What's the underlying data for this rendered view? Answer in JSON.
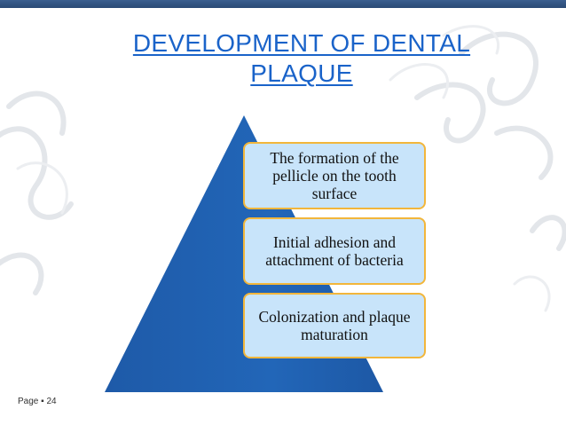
{
  "slide": {
    "title_line1": "DEVELOPMENT OF DENTAL",
    "title_line2": "PLAQUE",
    "page_label": "Page",
    "page_bullet": "▪",
    "page_number": "24"
  },
  "pyramid": {
    "stages": [
      {
        "label": "The formation of the pellicle on the tooth surface"
      },
      {
        "label": "Initial adhesion and attachment of bacteria"
      },
      {
        "label": "Colonization and plaque maturation"
      }
    ]
  },
  "colors": {
    "title": "#1a63c9",
    "pyramid_fill": "#1f5fb0",
    "box_fill": "#c8e4fa",
    "box_border": "#f2b63b",
    "top_bar": "#34588a"
  }
}
